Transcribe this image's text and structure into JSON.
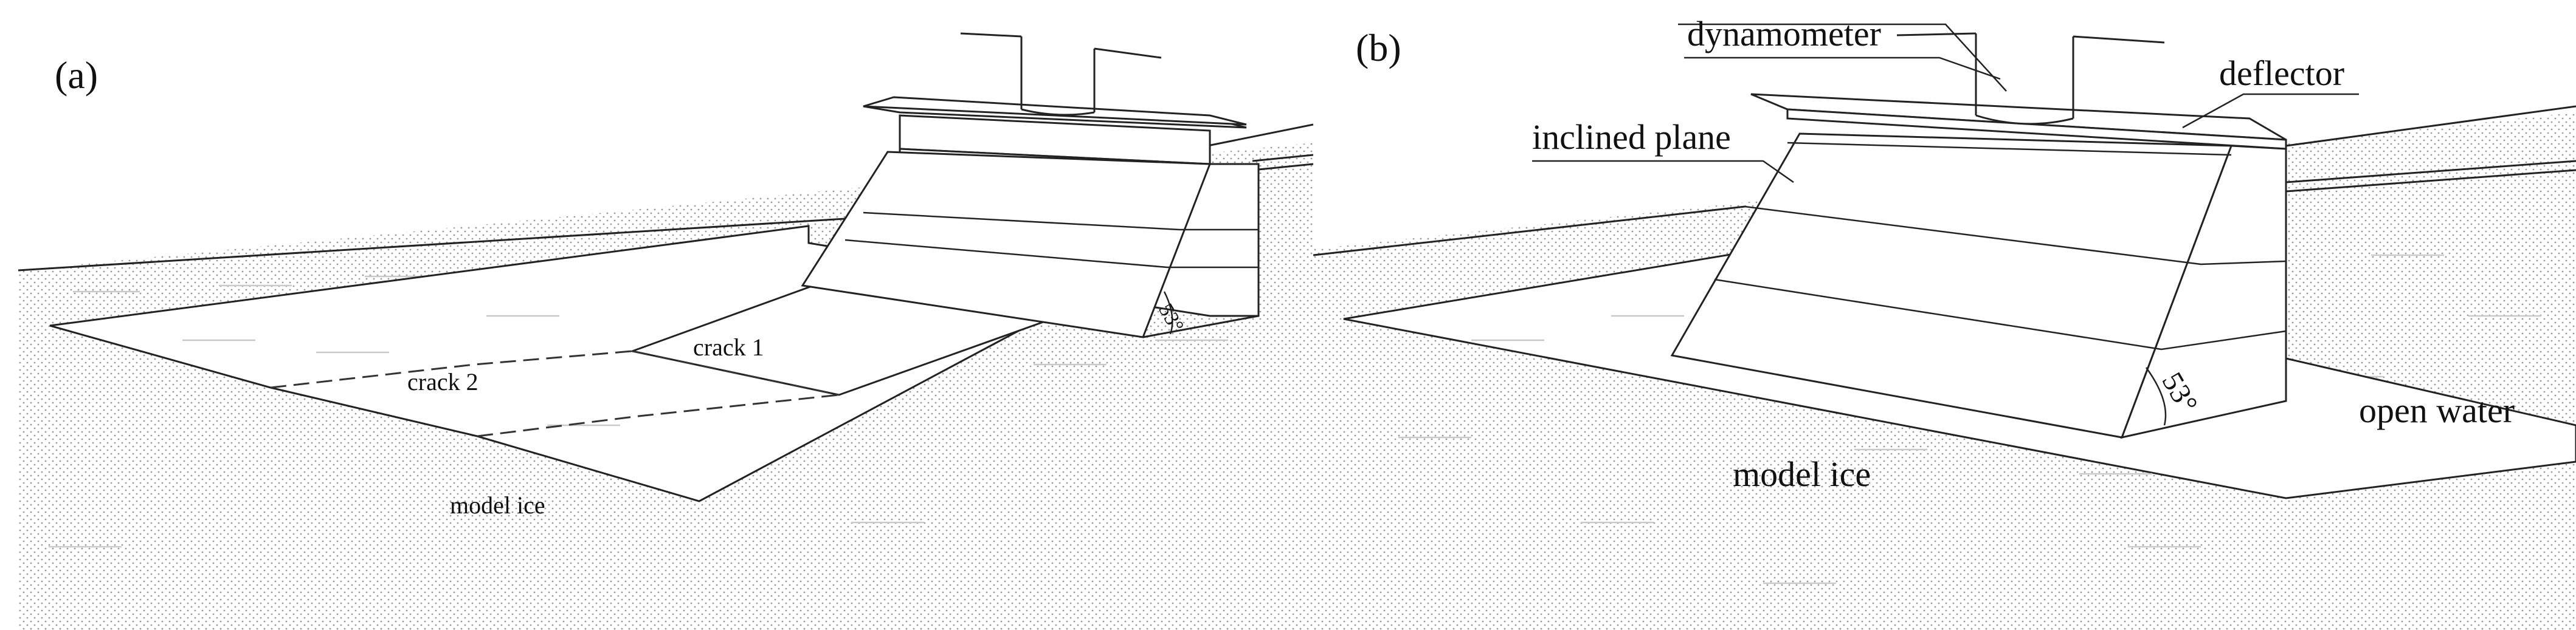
{
  "panels": [
    {
      "id": "a",
      "label": "(a)",
      "labels": {
        "crack1": "crack 1",
        "crack2": "crack 2",
        "ice": "model ice",
        "angle": "53°"
      }
    },
    {
      "id": "b",
      "label": "(b)",
      "labels": {
        "dynamometer": "dynamometer",
        "deflector": "deflector",
        "inclined_plane": "inclined plane",
        "open_water": "open water",
        "ice": "model ice",
        "angle": "53°"
      }
    }
  ]
}
